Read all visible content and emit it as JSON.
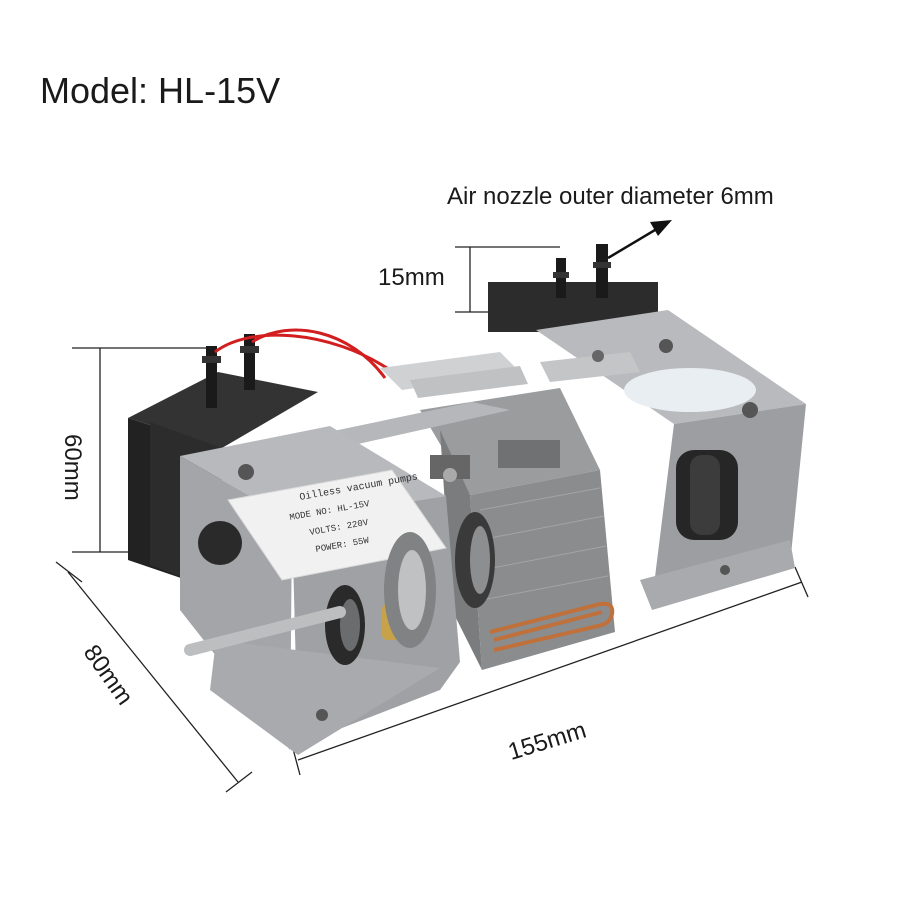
{
  "title": "Model: HL-15V",
  "annotations": {
    "nozzle": "Air nozzle outer diameter 6mm",
    "nozzle_height": "15mm",
    "height": "60mm",
    "width": "80mm",
    "length": "155mm"
  },
  "nameplate": {
    "line1": "Oilless vacuum pumps",
    "line2": "MODE NO: HL-15V",
    "line3": "VOLTS: 220V",
    "line4": "POWER: 55W"
  },
  "colors": {
    "aluminum": "#a7a9ac",
    "pump_body": "#2b2b2b",
    "copper": "#c0713b",
    "stator": "#8d8f91"
  }
}
